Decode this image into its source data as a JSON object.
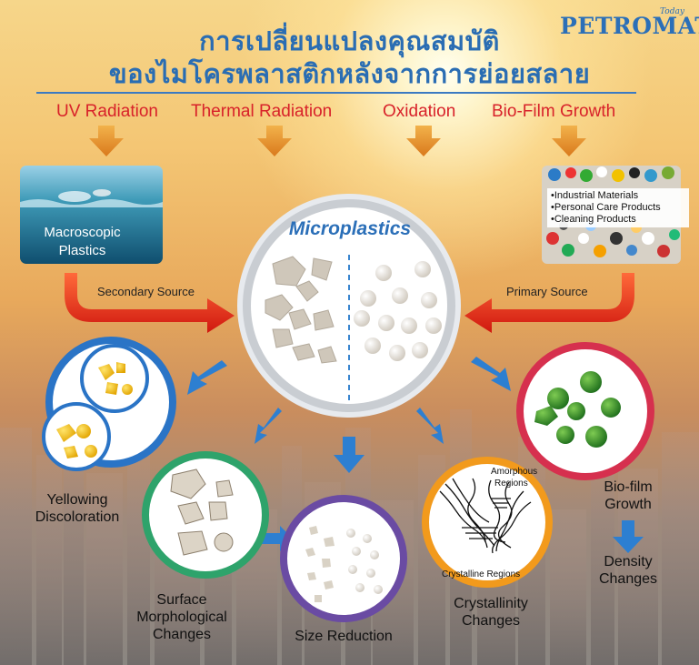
{
  "title": {
    "line1": "การเปลี่ยนแปลงคุณสมบัติ",
    "line2": "ของไมโครพลาสติกหลังจากการย่อยสลาย"
  },
  "logo": {
    "name": "PETROMAT",
    "tagline": "Today"
  },
  "factors": [
    "UV Radiation",
    "Thermal Radiation",
    "Oxidation",
    "Bio-Film Growth"
  ],
  "macroscopic": {
    "line1": "Macroscopic",
    "line2": "Plastics"
  },
  "primary_products": [
    "Industrial Materials",
    "Personal Care Products",
    "Cleaning Products"
  ],
  "sources": {
    "secondary": "Secondary Source",
    "primary": "Primary Source"
  },
  "center": {
    "label": "Microplastics"
  },
  "changes": {
    "yellowing": {
      "line1": "Yellowing",
      "line2": "Discoloration"
    },
    "surface": {
      "line1": "Surface",
      "line2": "Morphological",
      "line3": "Changes"
    },
    "size": {
      "line1": "Size Reduction"
    },
    "crystallinity": {
      "line1": "Crystallinity",
      "line2": "Changes",
      "amorphous1": "Amorphous",
      "amorphous2": "Regions",
      "crystalline": "Crystalline Regions"
    },
    "biofilm": {
      "line1": "Bio-film",
      "line2": "Growth"
    },
    "density": {
      "line1": "Density",
      "line2": "Changes"
    }
  },
  "colors": {
    "title": "#2a6db3",
    "factor": "#d8222a",
    "arrow_orange": "#e38a24",
    "arrow_red": "#e2231a",
    "arrow_blue": "#2d7fd1"
  }
}
